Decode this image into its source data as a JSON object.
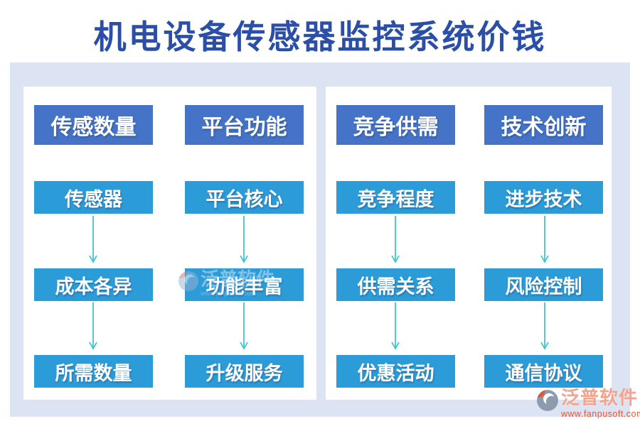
{
  "title": "机电设备传感器监控系统价钱",
  "columns": [
    {
      "header": "传感数量",
      "items": [
        "传感器",
        "成本各异",
        "所需数量"
      ]
    },
    {
      "header": "平台功能",
      "items": [
        "平台核心",
        "功能丰富",
        "升级服务"
      ]
    },
    {
      "header": "竞争供需",
      "items": [
        "竞争程度",
        "供需关系",
        "优惠活动"
      ]
    },
    {
      "header": "技术创新",
      "items": [
        "进步技术",
        "风险控制",
        "通信协议"
      ]
    }
  ],
  "watermark": {
    "brand": "泛普软件",
    "url": "www.fanpusoft.com"
  },
  "footer_logo": {
    "brand": "泛普软件",
    "url": "www.fanpusoft.com"
  },
  "colors": {
    "title": "#2B4EA6",
    "header_box": "#4573C7",
    "item_box": "#2C9CD9",
    "arrow": "#3FC7CF",
    "sheet_bg": "#DCE3F3",
    "brand_text": "#F2A48E",
    "brand_url": "#E25A3B",
    "logo_slate": "#8E9AAD",
    "logo_orange": "#D95B38"
  }
}
